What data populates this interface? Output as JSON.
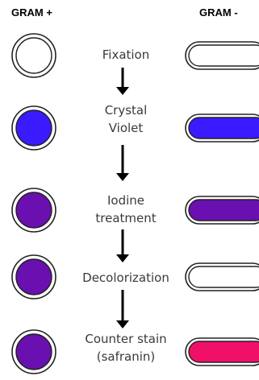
{
  "headers": {
    "gram_positive": "GRAM +",
    "gram_negative": "GRAM -"
  },
  "steps": [
    {
      "lines": [
        "Fixation"
      ],
      "positive_color": "#ffffff",
      "negative_color": "#ffffff"
    },
    {
      "lines": [
        "Crystal",
        "Violet"
      ],
      "positive_color": "#3a1aff",
      "negative_color": "#3a1aff"
    },
    {
      "lines": [
        "Iodine",
        "treatment"
      ],
      "positive_color": "#6a0fb0",
      "negative_color": "#6a0fb0"
    },
    {
      "lines": [
        "Decolorization"
      ],
      "positive_color": "#6a0fb0",
      "negative_color": "#ffffff"
    },
    {
      "lines": [
        "Counter stain",
        "(safranin)"
      ],
      "positive_color": "#6a0fb0",
      "negative_color": "#f0106a"
    }
  ]
}
